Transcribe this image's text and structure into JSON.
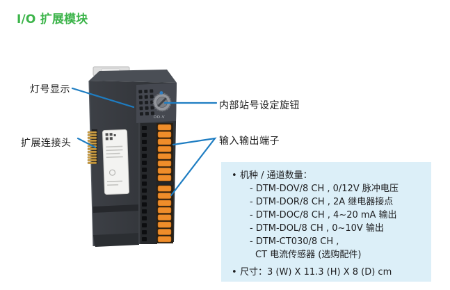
{
  "page": {
    "title": "I/O 扩展模块"
  },
  "colors": {
    "title_green": "#3cb44a",
    "leader_blue": "#1e7dc2",
    "info_box_bg": "#dceff8",
    "body_text": "#1d1d1f",
    "terminal_orange": "#ef8d2a",
    "device_body_dark": "#33363b",
    "pin_gold": "#cfa044"
  },
  "callouts": {
    "led": "灯号显示",
    "connector": "扩展连接头",
    "knob": "内部站号设定旋钮",
    "terminals": "输入输出端子"
  },
  "device": {
    "knob_text": "DO-V"
  },
  "info_box": {
    "model_heading": "机种 / 通道数量：",
    "models": [
      "- DTM-DOV/8 CH , 0/12V 脉冲电压",
      "- DTM-DOR/8 CH , 2A 继电器接点",
      "- DTM-DOC/8 CH , 4~20 mA 输出",
      "- DTM-DOL/8 CH , 0~10V 输出",
      "- DTM-CT030/8 CH ,"
    ],
    "model_continuation": "CT 电流传感器 (选购配件)",
    "dimensions": "尺寸：3 (W) X 11.3 (H) X 8 (D) cm"
  }
}
